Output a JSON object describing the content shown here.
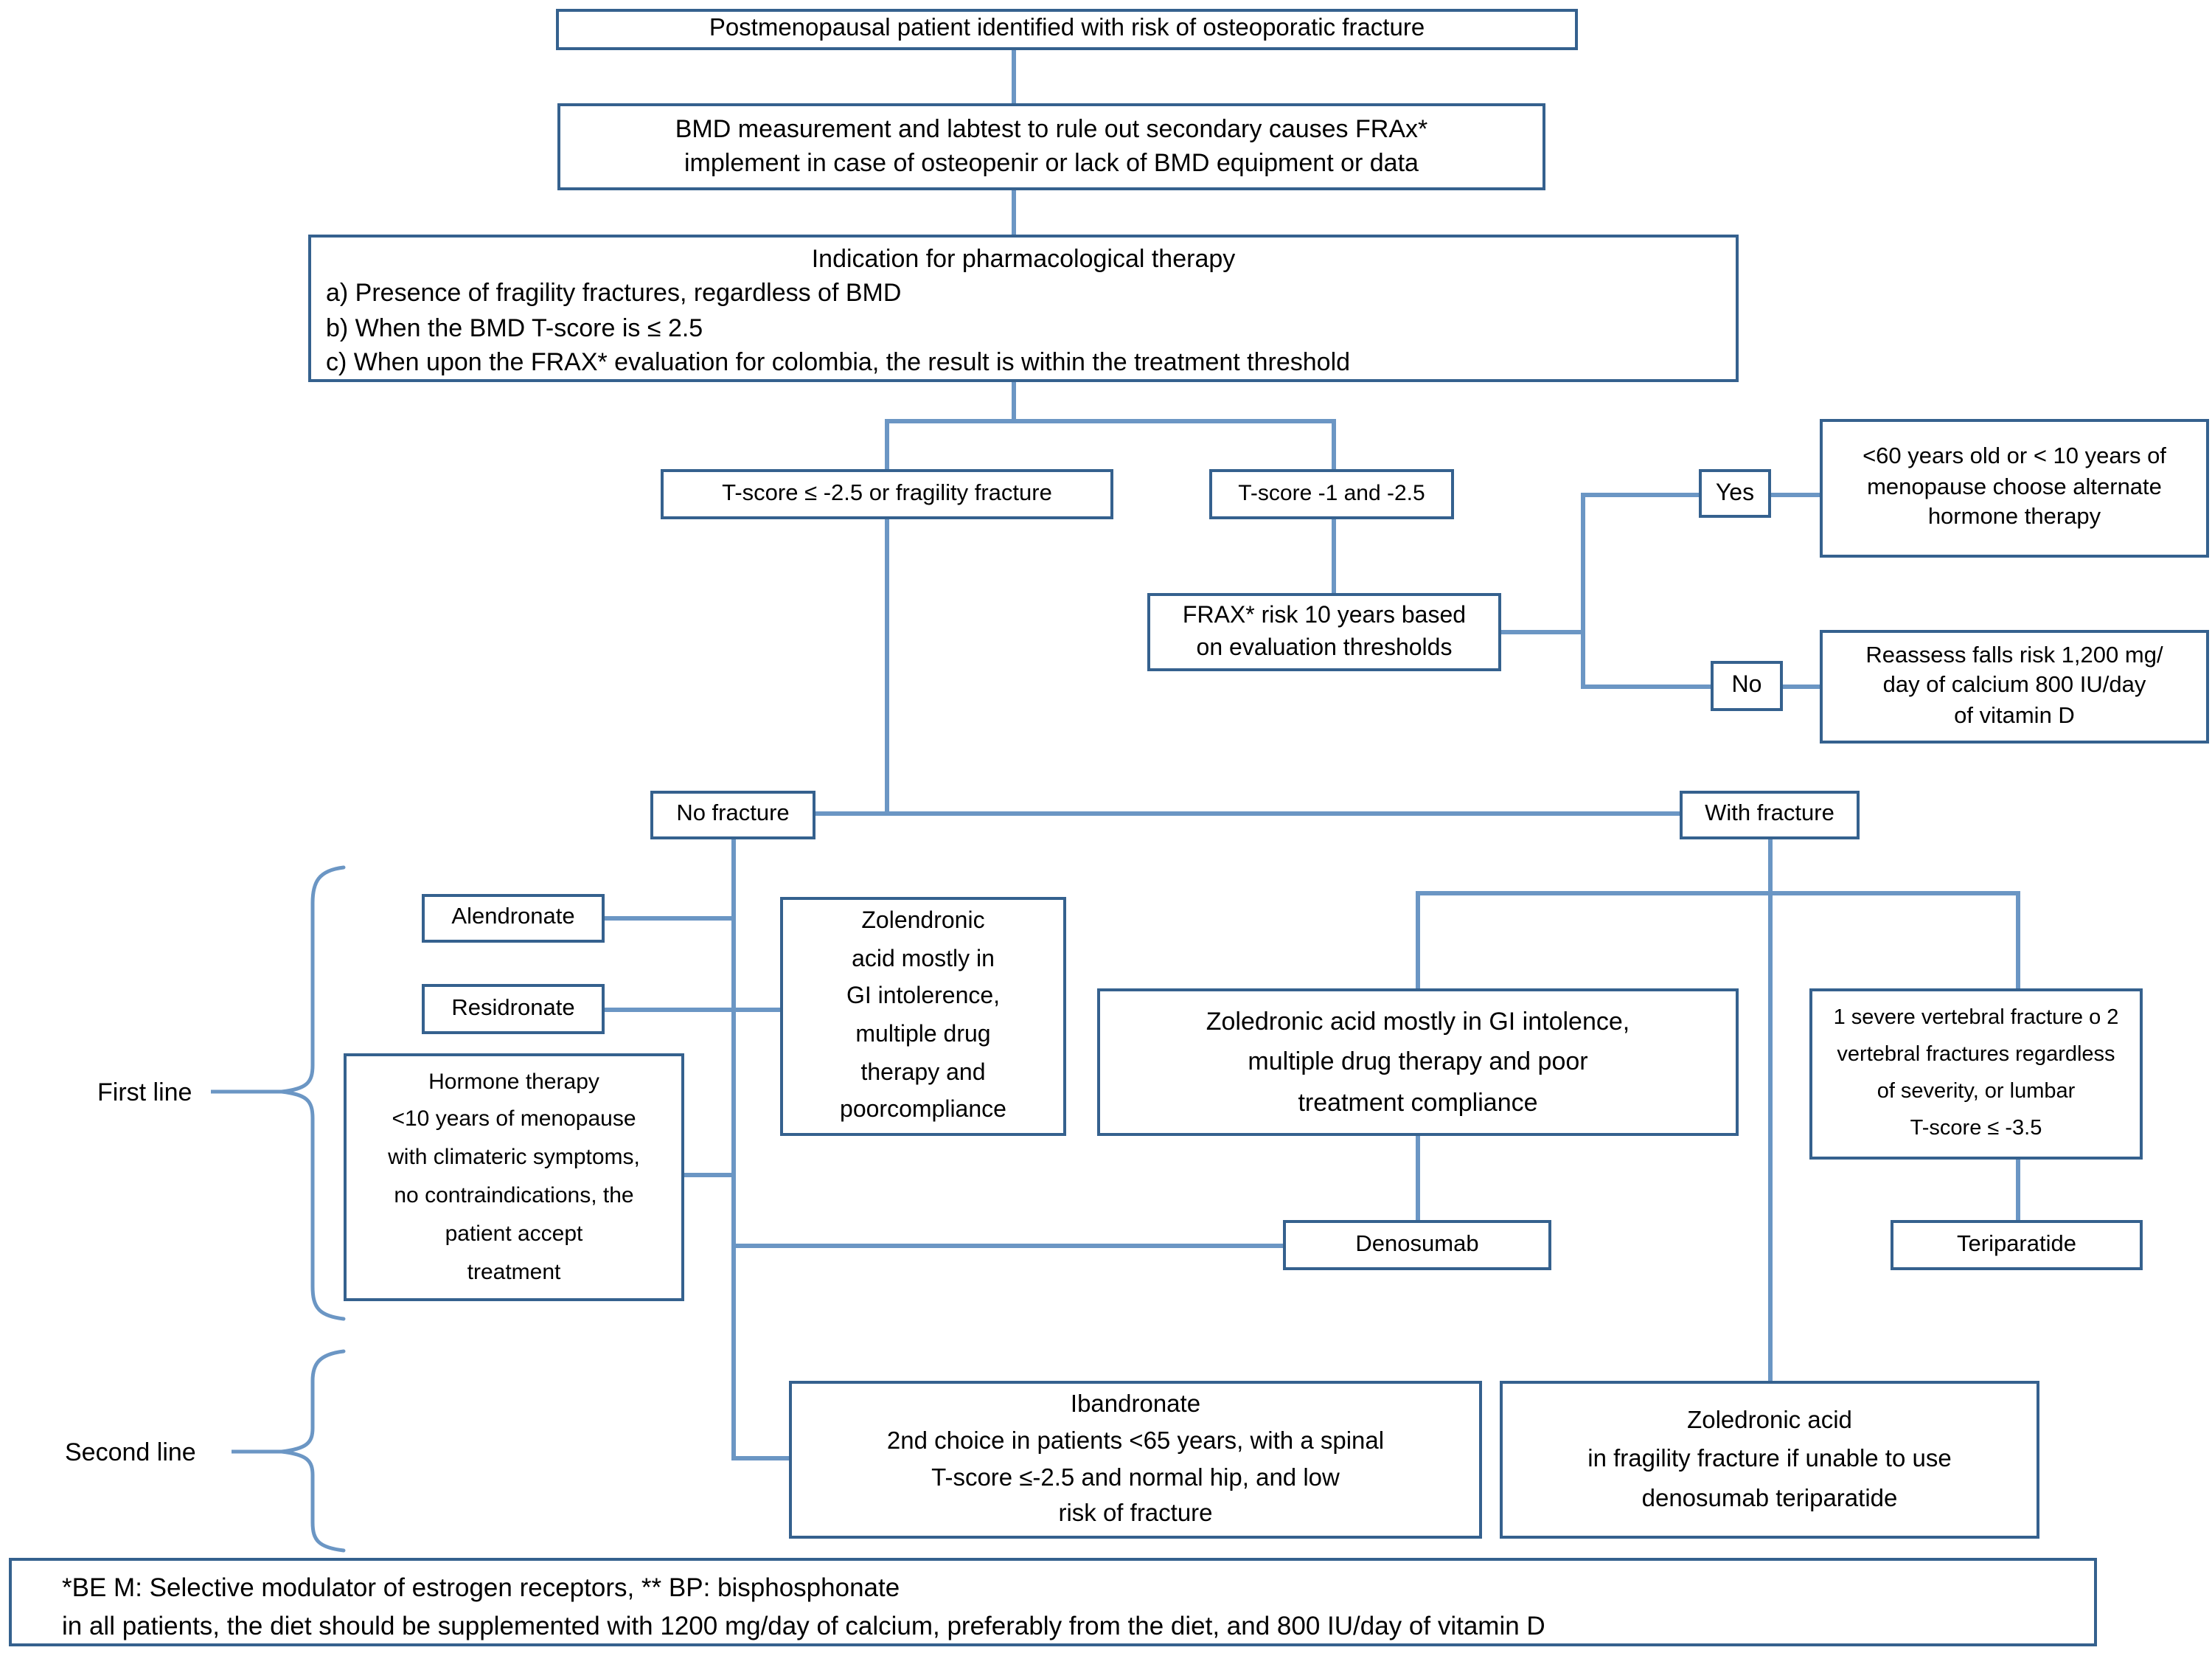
{
  "diagram": {
    "nodes": {
      "start": "Postmenopausal patient identified with risk of osteoporatic fracture",
      "bmd": "BMD measurement and labtest to rule out secondary causes FRAx*\nimplement in case of osteopenir or lack of BMD equipment or data",
      "indication_title": "Indication for pharmacological therapy",
      "indication_items": "a) Presence of fragility fractures, regardless of BMD\nb) When the BMD T-score is ≤ 2.5\nc) When upon the FRAX* evaluation for colombia, the result is within the treatment threshold",
      "tscore_low": "T-score ≤ -2.5 or fragility fracture",
      "tscore_mid": "T-score -1 and -2.5",
      "yes": "Yes",
      "no": "No",
      "alt_hormone": "<60 years old or < 10 years of\nmenopause choose alternate\nhormone therapy",
      "frax_risk": "FRAX* risk 10 years based\non evaluation thresholds",
      "reassess": "Reassess falls risk 1,200 mg/\nday of calcium 800 IU/day\nof vitamin D",
      "no_fracture": "No fracture",
      "with_fracture": "With fracture",
      "alendronate": "Alendronate",
      "residronate": "Residronate",
      "hormone_therapy": "Hormone therapy\n<10 years of menopause\nwith climateric symptoms,\nno contraindications, the\npatient accept\ntreatment",
      "zolendronic": "Zolendronic\nacid mostly in\nGI intolerence,\nmultiple drug\ntherapy and\npoorcompliance",
      "zoledronic_with_fracture": "Zoledronic acid mostly in GI intolence,\nmultiple drug therapy and poor\ntreatment compliance",
      "severe_vertebral": "1 severe vertebral fracture o 2\nvertebral fractures regardless\nof severity, or lumbar\nT-score ≤ -3.5",
      "denosumab": "Denosumab",
      "teriparatide": "Teriparatide",
      "ibandronate": "Ibandronate\n2nd choice in patients <65 years, with a spinal\nT-score ≤-2.5 and normal hip, and low\nrisk of fracture",
      "zoledronic_second_line": "Zoledronic acid\nin fragility fracture if unable to use\ndenosumab teriparatide"
    },
    "labels": {
      "first_line": "First line",
      "second_line": "Second line"
    },
    "footnote": "*BE M: Selective modulator of estrogen receptors, ** BP: bisphosphonate\nin all patients, the diet should be supplemented with 1200 mg/day of calcium, preferably from the diet, and 800 IU/day of vitamin D",
    "colors": {
      "box_border": "#35618e",
      "connector": "#6b96c4",
      "text": "#000000",
      "background": "#ffffff"
    }
  }
}
